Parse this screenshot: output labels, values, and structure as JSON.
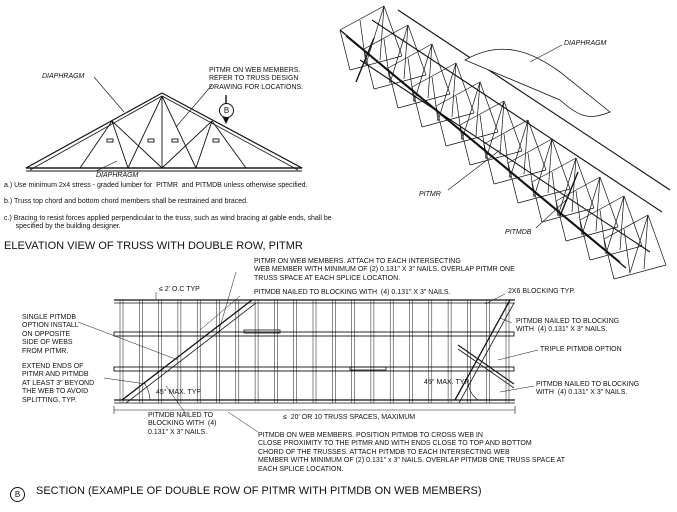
{
  "top_left": {
    "diaphragm_top": "DIAPHRAGM",
    "diaphragm_bottom": "DIAPHRAGM",
    "pitmr_note": "PITMR ON WEB MEMBERS.\nREFER TO TRUSS DESIGN\nDRAWING FOR LOCATIONS.",
    "section_marker": "B"
  },
  "notes": {
    "a": "a.) Use minimum 2x4 stress - graded lumber for  PITMR  and PITMDB unless otherwise specified.",
    "b": "b.) Truss top chord and bottom chord members shall be restrained and braced.",
    "c": "c.) Bracing to resist forces applied perpendicular to the truss, such as wind bracing at gable ends, shall be\n      specified by the building designer."
  },
  "elevation_title": "ELEVATION VIEW OF TRUSS WITH DOUBLE ROW, PITMR",
  "iso": {
    "diaphragm": "DIAPHRAGM",
    "pitmr": "PITMR",
    "pitmdb": "PITMDB"
  },
  "section": {
    "top_note": "PITMR ON WEB MEMBERS. ATTACH TO EACH INTERSECTING\nWEB MEMBER WITH MINIMUM OF (2) 0.131\" X 3\" NAILS. OVERLAP PITMR ONE\nTRUSS SPACE AT EACH SPLICE LOCATION.",
    "spacing": "≤ 2' O.C TYP",
    "nailed_top": "PITMDB NAILED TO BLOCKING WITH  (4) 0.131\" X 3\" NAILS.",
    "blocking": "2X6 BLOCKING TYP.",
    "nailed_right_top": "PITMDB NAILED TO BLOCKING\nWITH  (4) 0.131\" X 3\" NAILS.",
    "single_option": "SINGLE PITMDB\nOPTION INSTALL\nON OPPOSITE\nSIDE OF WEBS\nFROM PITMR.",
    "triple_option": "TRIPLE PITMDB OPTION",
    "extend_note": "EXTEND ENDS OF\nPITMR AND PITMDB\nAT LEAST 3\" BEYOND\nTHE WEB TO AVOID\nSPLITTING, TYP.",
    "angle_left": "45° MAX. TYP",
    "angle_right": "45° MAX. TYP",
    "nailed_right_bottom": "PITMDB NAILED TO BLOCKING\nWITH  (4) 0.131\" X 3\" NAILS.",
    "nailed_left_bottom": "PITMDB NAILED TO\nBLOCKING WITH  (4)\n0.131\" X 3\" NAILS.",
    "max_spaces": "≤  20' OR 10 TRUSS SPACES, MAXIMUM",
    "bottom_note": "PITMDB ON WEB MEMBERS. POSITION PITMDB TO CROSS WEB IN\nCLOSE PROXIMITY TO THE PITMR AND WITH ENDS CLOSE TO TOP AND BOTTOM\nCHORD OF THE TRUSSES. ATTACH PITMDB TO EACH INTERSECTING WEB\nMEMBER WITH MINIMUM OF (2) 0.131\" x 3\" NAILS. OVERLAP PITMDB ONE TRUSS SPACE AT\nEACH SPLICE LOCATION.",
    "marker": "B",
    "caption": "SECTION (EXAMPLE OF DOUBLE ROW OF PITMR WITH PITMDB ON WEB MEMBERS)"
  }
}
